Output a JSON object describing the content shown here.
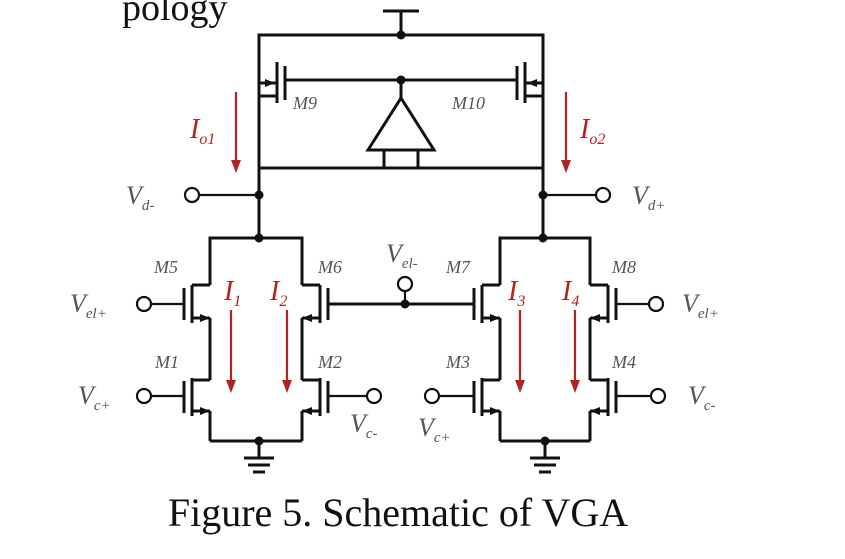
{
  "top_text": "pology",
  "caption": "Figure 5. Schematic of VGA",
  "colors": {
    "wire": "#111111",
    "current": "#b22222",
    "label": "#555555"
  },
  "transistors": {
    "m9": "M9",
    "m10": "M10",
    "m5": "M5",
    "m6": "M6",
    "m7": "M7",
    "m8": "M8",
    "m1": "M1",
    "m2": "M2",
    "m3": "M3",
    "m4": "M4"
  },
  "ports": {
    "vd_minus": {
      "main": "V",
      "sub": "d-"
    },
    "vd_plus": {
      "main": "V",
      "sub": "d+"
    },
    "vel_minus": {
      "main": "V",
      "sub": "el-"
    },
    "vel_plus_left": {
      "main": "V",
      "sub": "el+"
    },
    "vel_plus_right": {
      "main": "V",
      "sub": "el+"
    },
    "vc_plus_left": {
      "main": "V",
      "sub": "c+"
    },
    "vc_minus_mid": {
      "main": "V",
      "sub": "c-"
    },
    "vc_plus_mid": {
      "main": "V",
      "sub": "c+"
    },
    "vc_minus_right": {
      "main": "V",
      "sub": "c-"
    }
  },
  "currents": {
    "io1": {
      "main": "I",
      "sub": "o1"
    },
    "io2": {
      "main": "I",
      "sub": "o2"
    },
    "i1": {
      "main": "I",
      "sub": "1"
    },
    "i2": {
      "main": "I",
      "sub": "2"
    },
    "i3": {
      "main": "I",
      "sub": "3"
    },
    "i4": {
      "main": "I",
      "sub": "4"
    }
  }
}
